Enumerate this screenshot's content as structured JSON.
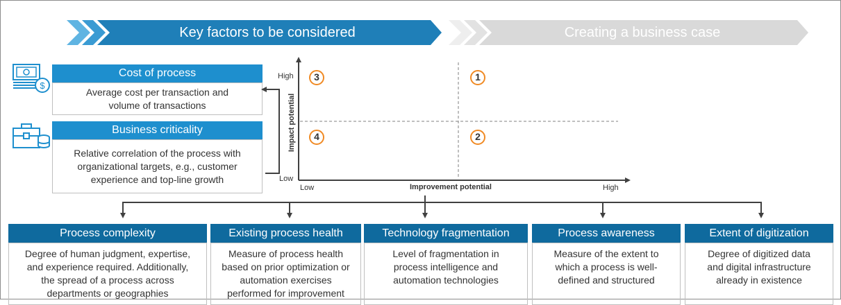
{
  "banner": {
    "step1": "Key factors to be considered",
    "step2": "Creating a business case"
  },
  "factors_left": [
    {
      "title": "Cost of process",
      "body": "Average cost per transaction and volume of transactions",
      "icon": "money-icon"
    },
    {
      "title": "Business criticality",
      "body": "Relative correlation of the process with organizational targets, e.g., customer experience and top-line growth",
      "icon": "briefcase-database-icon"
    }
  ],
  "matrix": {
    "y_axis_title": "Impact potential",
    "x_axis_title": "Improvement potential",
    "y_high": "High",
    "y_low": "Low",
    "x_low": "Low",
    "x_high": "High",
    "quadrants": [
      "3",
      "1",
      "4",
      "2"
    ],
    "marker_color": "#f08a24"
  },
  "factors_bottom": [
    {
      "title": "Process complexity",
      "body": "Degree of human judgment, expertise, and experience required. Additionally, the spread of a process across departments or geographies"
    },
    {
      "title": "Existing process health",
      "body": "Measure of process health based on prior optimization or automation exercises performed for improvement"
    },
    {
      "title": "Technology fragmentation",
      "body": "Level of fragmentation in process intelligence and automation technologies"
    },
    {
      "title": "Process awareness",
      "body": "Measure of the extent to which a process is well-defined and structured"
    },
    {
      "title": "Extent of digitization",
      "body": "Degree of digitized data and digital infrastructure already in existence"
    }
  ],
  "colors": {
    "dark_blue": "#0f6a9e",
    "light_blue": "#1e8fce",
    "banner_blue": "#1f7fb8",
    "banner_grey": "#d9d9d9"
  }
}
